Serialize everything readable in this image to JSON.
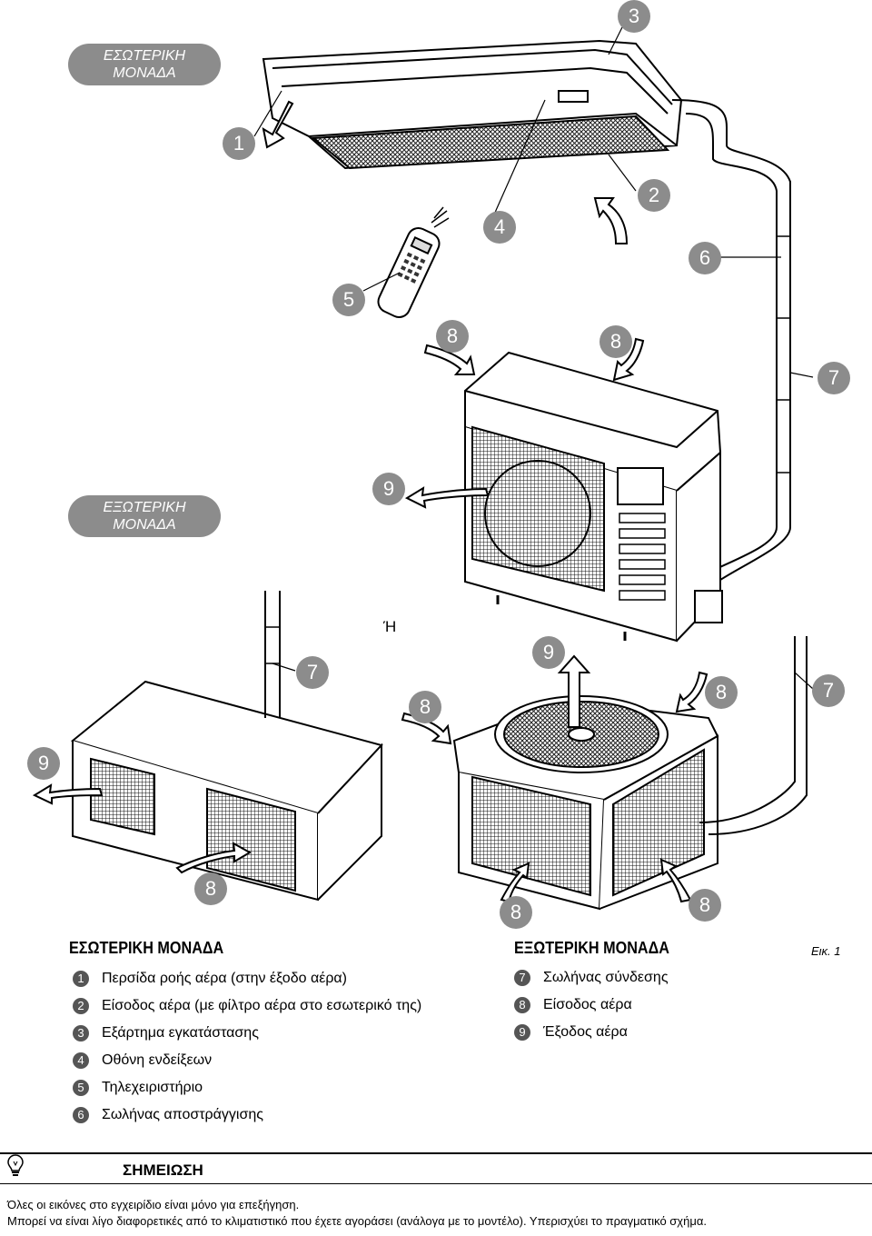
{
  "labels": {
    "indoor_unit": "ΕΣΩΤΕΡΙΚΗ ΜΟΝΑΔΑ",
    "outdoor_unit": "ΕΞΩΤΕΡΙΚΗ ΜΟΝΑΔΑ",
    "or": "Ή"
  },
  "callouts": [
    "1",
    "2",
    "3",
    "4",
    "5",
    "6",
    "7",
    "8",
    "9"
  ],
  "legend": {
    "indoor_title": "ΕΣΩΤΕΡΙΚΗ ΜΟΝΑΔΑ",
    "outdoor_title": "ΕΞΩΤΕΡΙΚΗ ΜΟΝΑΔΑ",
    "figure_label": "Εικ. 1",
    "indoor_items": [
      {
        "num": "1",
        "text": "Περσίδα ροής αέρα (στην έξοδο αέρα)"
      },
      {
        "num": "2",
        "text": "Είσοδος αέρα (με φίλτρο αέρα στο εσωτερικό της)"
      },
      {
        "num": "3",
        "text": "Εξάρτημα εγκατάστασης"
      },
      {
        "num": "4",
        "text": "Οθόνη ενδείξεων"
      },
      {
        "num": "5",
        "text": "Τηλεχειριστήριο"
      },
      {
        "num": "6",
        "text": "Σωλήνας αποστράγγισης"
      }
    ],
    "outdoor_items": [
      {
        "num": "7",
        "text": "Σωλήνας σύνδεσης"
      },
      {
        "num": "8",
        "text": "Είσοδος αέρα"
      },
      {
        "num": "9",
        "text": "Έξοδος αέρα"
      }
    ]
  },
  "note": {
    "title": "ΣΗΜΕΙΩΣΗ",
    "icon": "lightbulb-icon",
    "line1": "Όλες οι εικόνες στο εγχειρίδιο είναι μόνο για επεξήγηση.",
    "line2": "Μπορεί να είναι λίγο διαφορετικές από το κλιματιστικό που έχετε αγοράσει (ανάλογα με το μοντέλο). Υπερισχύει το πραγματικό σχήμα."
  }
}
